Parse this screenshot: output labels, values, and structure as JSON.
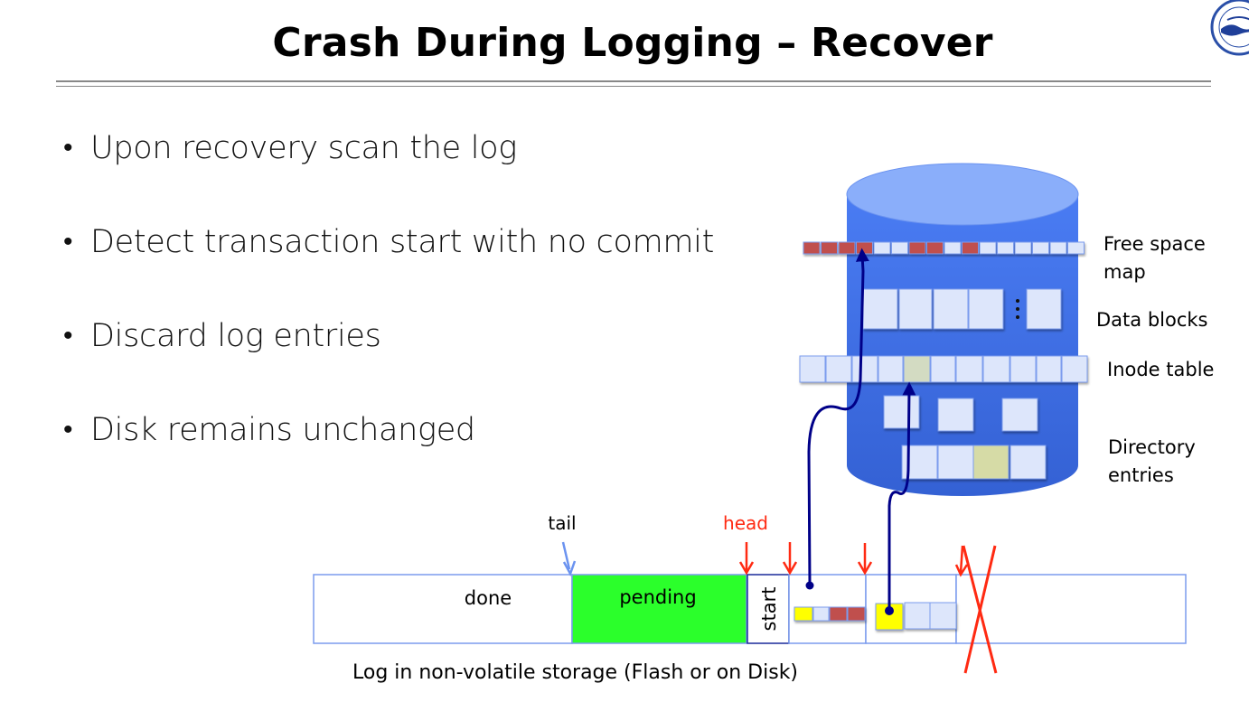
{
  "slide": {
    "title": "Crash During Logging – Recover",
    "logo": "university-seal-icon",
    "bullets": [
      "Upon recovery scan the log",
      "Detect transaction start with no commit",
      "Discard log entries",
      "Disk remains unchanged"
    ]
  },
  "disk": {
    "labels": {
      "free_space_map": "Free space map",
      "free_space_line1": "Free space",
      "free_space_line2": "map",
      "data_blocks": "Data blocks",
      "inode_table": "Inode table",
      "directory_line1": "Directory",
      "directory_line2": "entries"
    },
    "free_space_bits": [
      "used",
      "used",
      "used",
      "used",
      "free",
      "free",
      "used",
      "used",
      "free",
      "used",
      "free",
      "free",
      "free",
      "free",
      "free",
      "free"
    ],
    "data_blocks_ellipsis": "⋮",
    "inode_highlight_index": 4,
    "directory_highlight_index": 2
  },
  "log": {
    "segments": {
      "done": "done",
      "pending": "pending",
      "start": "start"
    },
    "pointers": {
      "tail": "tail",
      "head": "head"
    },
    "caption": "Log in non-volatile storage (Flash or on Disk)"
  },
  "colors": {
    "disk_blue": "#3f6fe0",
    "disk_top": "#8aaefa",
    "block_fill": "#dde6fb",
    "block_border": "#7b9cee",
    "used_block": "#c0504d",
    "highlight_block": "#d3dbc2",
    "dir_highlight": "#d6dba6",
    "pending_green": "#2bff2b",
    "pointer_red": "#ff2a12",
    "tail_blue": "#6b93f0",
    "link_navy": "#000088",
    "yellow": "#ffff00"
  }
}
